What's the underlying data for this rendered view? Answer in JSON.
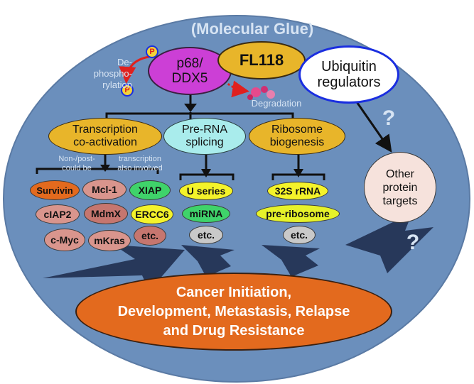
{
  "title": "(Molecular Glue)",
  "colors": {
    "background": "#6b8fbc",
    "title": "#d7e4f3",
    "p68_fill": "#cc3fd6",
    "fl118_fill": "#e8b52a",
    "ubiquitin_fill": "#ffffff",
    "ubiquitin_border": "#1a2ee0",
    "process_fill": "#e8b52a",
    "splicing_fill": "#a9ecec",
    "orange": "#e36a1e",
    "pink": "#d9958d",
    "green": "#3fd36a",
    "yellow": "#f4f32a",
    "grey": "#c9c9c9",
    "arrow": "#27385a",
    "red": "#e0201e"
  },
  "p68": "p68/\nDDX5",
  "fl118": "FL118",
  "ubiquitin": "Ubiquitin\nregulators",
  "dephosphorylation": "De-\nphospho-\nrylation",
  "phospho_symbol": "P",
  "degradation": "Degradation",
  "question_mark": "?",
  "processes": {
    "transcription": "Transcription\nco-activation",
    "splicing": "Pre-RNA\nsplicing",
    "ribosome": "Ribosome\nbiogenesis"
  },
  "transcription_note_left": "Non-/post-\ncould be",
  "transcription_note_right": "transcription\nalso involved",
  "transcription_targets": [
    {
      "label": "Survivin",
      "color": "orange"
    },
    {
      "label": "Mcl-1",
      "color": "pink"
    },
    {
      "label": "XIAP",
      "color": "green"
    },
    {
      "label": "cIAP2",
      "color": "pink"
    },
    {
      "label": "MdmX",
      "color": "pinkdark"
    },
    {
      "label": "ERCC6",
      "color": "yellow"
    },
    {
      "label": "c-Myc",
      "color": "pink"
    },
    {
      "label": "mKras",
      "color": "pink"
    },
    {
      "label": "etc.",
      "color": "pinkdark"
    }
  ],
  "splicing_targets": [
    "U series",
    "miRNA",
    "etc."
  ],
  "ribosome_targets": [
    "32S rRNA",
    "pre-ribosome",
    "etc."
  ],
  "other_targets": "Other\nprotein\ntargets",
  "outcome": "Cancer Initiation,\nDevelopment, Metastasis, Relapse\nand Drug Resistance"
}
